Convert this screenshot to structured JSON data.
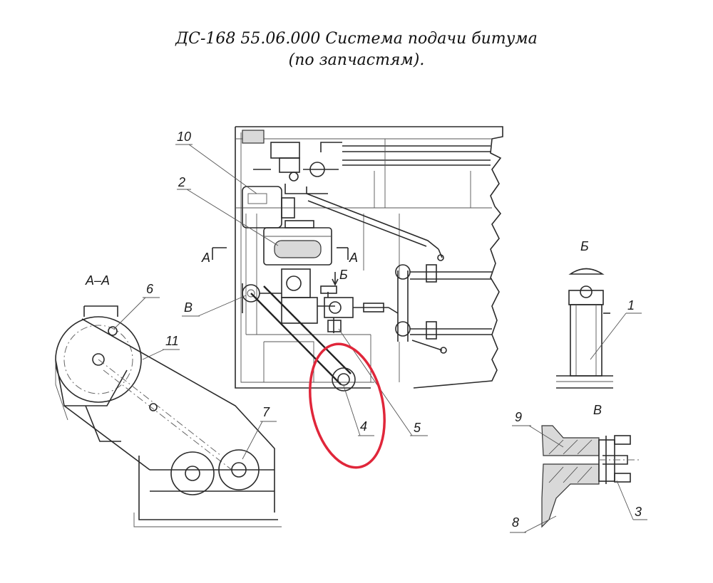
{
  "title": {
    "line1": "ДС-168 55.06.000 Система подачи битума",
    "line2": "(по запчастям)."
  },
  "views": {
    "section_aa": "А–А",
    "view_b": "Б",
    "view_v": "В",
    "cut_a_left": "А",
    "cut_a_right": "А",
    "arrow_b": "Б",
    "callout_v": "В"
  },
  "callouts": [
    "1",
    "2",
    "3",
    "4",
    "5",
    "6",
    "7",
    "8",
    "9",
    "10",
    "11"
  ],
  "highlight": {
    "color": "#e0263a",
    "target": "4"
  },
  "colors": {
    "ink": "#2a2a2a",
    "highlight": "#e0263a"
  }
}
